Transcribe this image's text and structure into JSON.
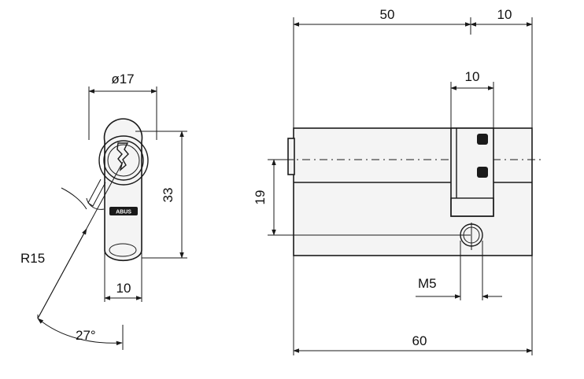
{
  "front_view": {
    "dim_diameter": "ø17",
    "dim_height": "33",
    "dim_width": "10",
    "dim_radius": "R15",
    "dim_angle": "27°",
    "brand_mark": "ABUS"
  },
  "side_view": {
    "dim_length_main": "50",
    "dim_length_short": "10",
    "dim_cam_width": "10",
    "dim_offset": "19",
    "dim_thread": "M5",
    "dim_total": "60"
  }
}
